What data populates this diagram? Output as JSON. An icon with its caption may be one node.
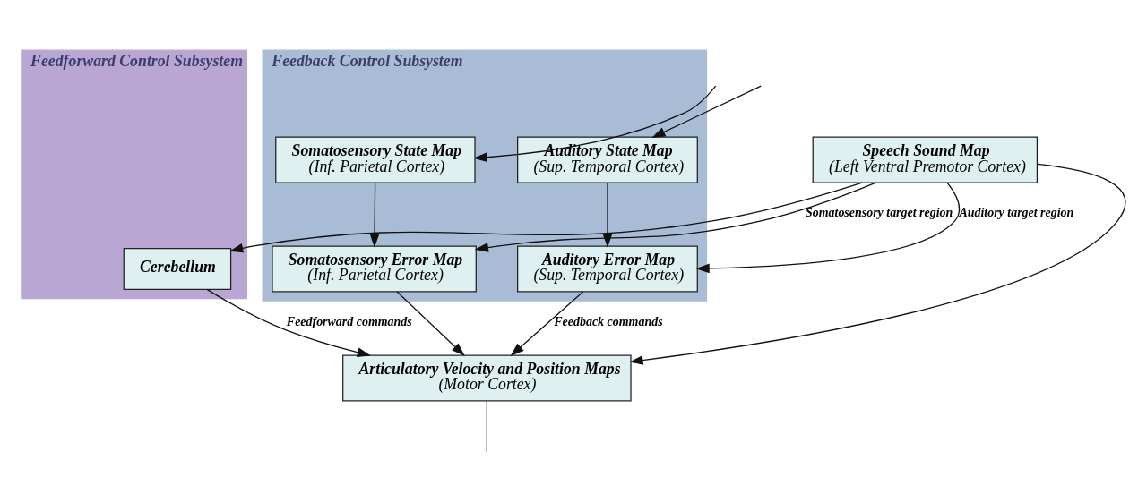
{
  "diagram": {
    "nodes": [
      {
        "text": [
          "Feedforward Control Subsystem"
        ]
      },
      {
        "text": [
          "Feedback Control Subsystem"
        ]
      },
      {
        "text": [
          "Speech Sound Map",
          "(Left Ventral Premotor Cortex)"
        ]
      },
      {
        "text": [
          "Cerebellum"
        ],
        "in": 0
      },
      {
        "text": [
          "Articulatory Velocity and Position Maps",
          "(Motor Cortex)"
        ]
      },
      {
        "text": [
          "Auditory Error Map",
          "(Sup. Temporal Cortex)"
        ],
        "in": 1
      },
      {
        "text": [
          "Auditory State Map",
          "(Sup. Temporal Cortex)"
        ],
        "in": 1
      },
      {
        "text": [
          "Somatosensory Error Map",
          "(Inf. Parietal Cortex)"
        ],
        "in": 1
      },
      {
        "text": [
          "Somatosensory State Map",
          "(Inf. Parietal Cortex)"
        ],
        "in": 1
      }
    ],
    "edges": [
      {
        "from": 2,
        "to": 7,
        "arrow": "to",
        "label": "Somatosensory target region"
      },
      {
        "from": 2,
        "to": 5,
        "arrow": "to",
        "label": "Auditory target region"
      },
      {
        "from": 2,
        "to": 3,
        "arrow": "to"
      },
      {
        "from": 2,
        "to": 4,
        "arrow": "to"
      },
      {
        "from": 3,
        "to": 4,
        "arrow": "to",
        "label": "Feedforward commands"
      },
      {
        "from": 5,
        "to": 4,
        "arrow": "to",
        "label": "Feedback commands"
      },
      {
        "from": 7,
        "to": 4,
        "arrow": "to"
      },
      {
        "from": 6,
        "to": 5,
        "arrow": "to"
      },
      {
        "from": 8,
        "to": 7,
        "arrow": "to"
      },
      {
        "from": 4,
        "to": null,
        "arrow": "none"
      },
      {
        "from": null,
        "to": 6,
        "arrow": "to"
      },
      {
        "from": null,
        "to": 8,
        "arrow": "to"
      }
    ]
  }
}
